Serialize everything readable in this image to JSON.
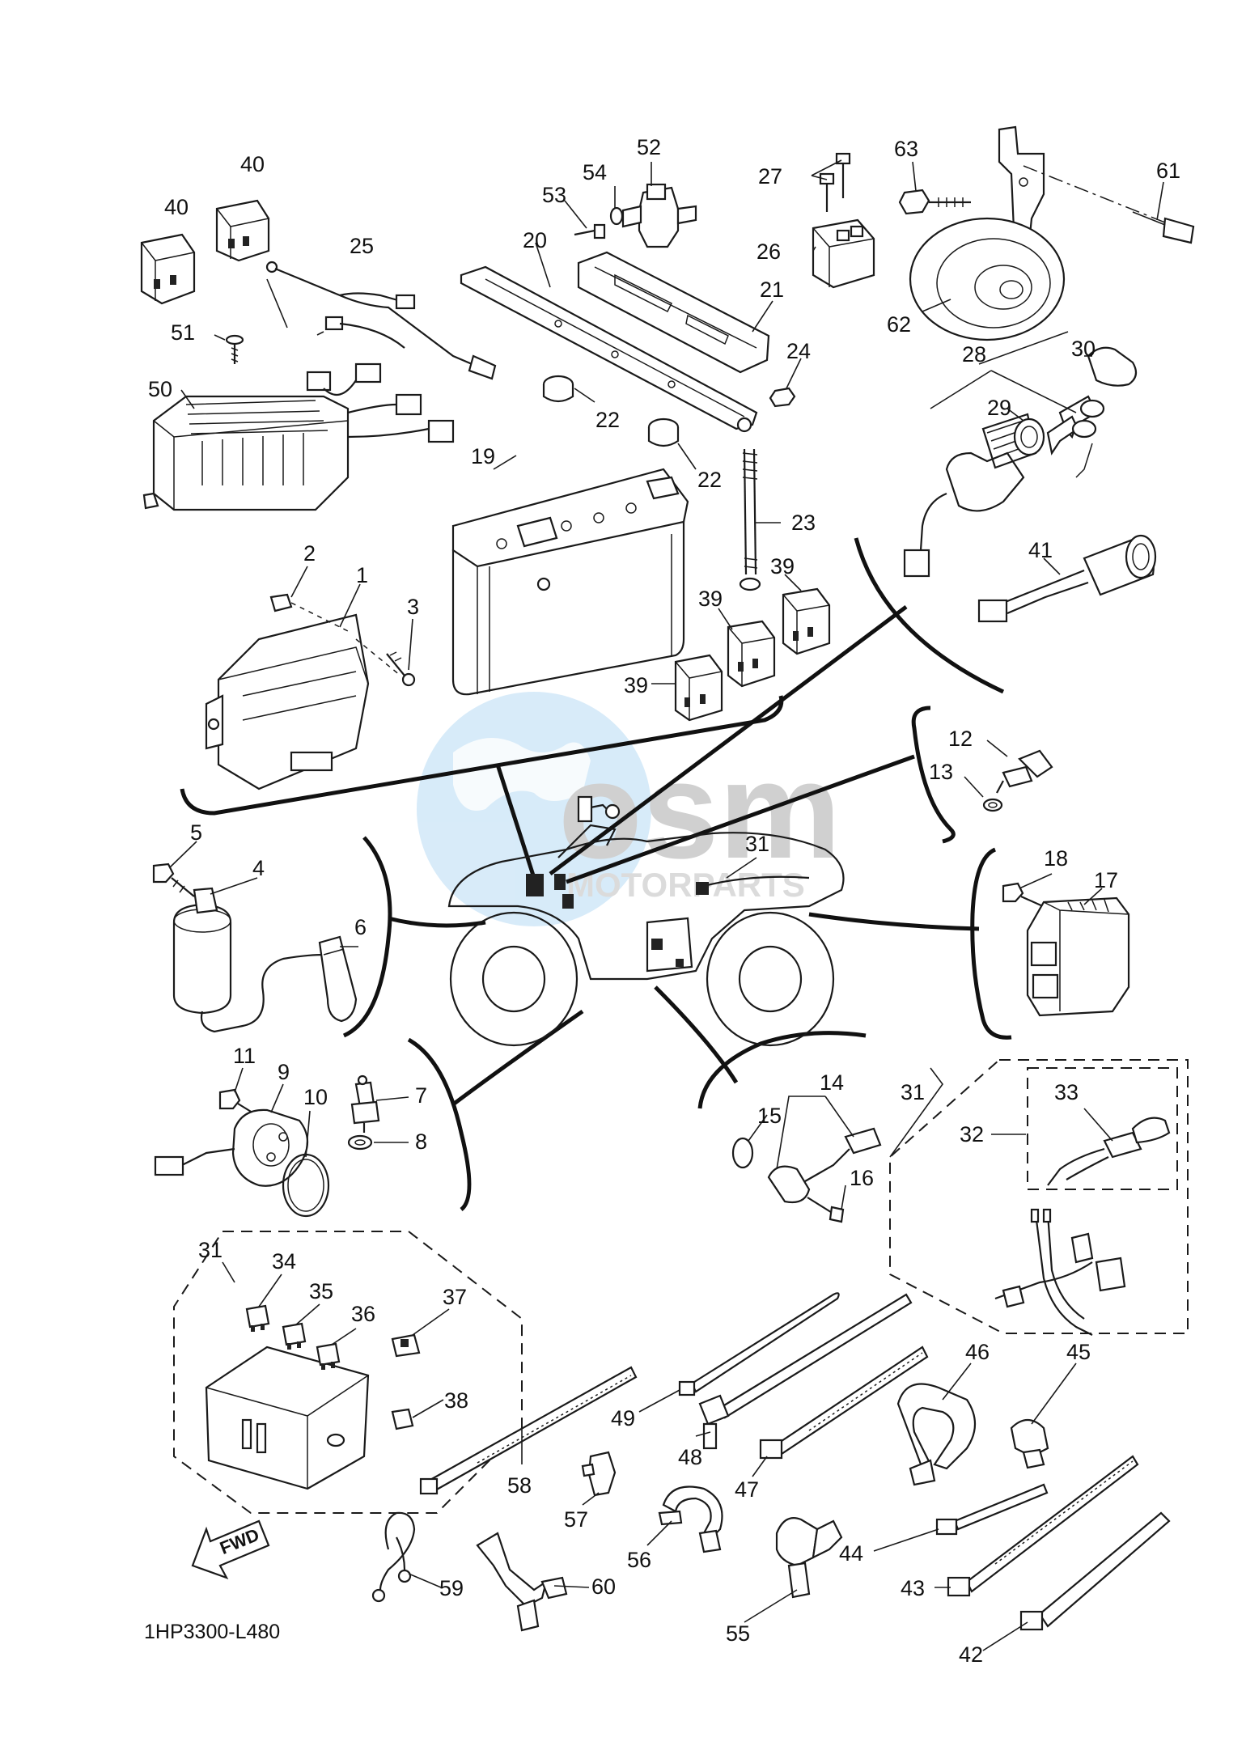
{
  "diagram_code": "1HP3300-L480",
  "fwd_label": "FWD",
  "watermark": {
    "logo_text": "osm",
    "sub_text": "MOTORPARTS"
  },
  "part_numbers": [
    "1",
    "2",
    "3",
    "4",
    "5",
    "6",
    "7",
    "8",
    "9",
    "10",
    "11",
    "12",
    "13",
    "14",
    "15",
    "16",
    "17",
    "18",
    "19",
    "20",
    "21",
    "22",
    "23",
    "24",
    "25",
    "26",
    "27",
    "28",
    "29",
    "30",
    "31",
    "32",
    "33",
    "34",
    "35",
    "36",
    "37",
    "38",
    "39",
    "40",
    "41",
    "42",
    "43",
    "44",
    "45",
    "46",
    "47",
    "48",
    "49",
    "50",
    "51",
    "52",
    "53",
    "54",
    "55",
    "56",
    "57",
    "58",
    "59",
    "60",
    "61",
    "62",
    "63"
  ],
  "callouts": [
    {
      "id": "c40a",
      "text": "40"
    },
    {
      "id": "c40b",
      "text": "40"
    },
    {
      "id": "c25",
      "text": "25"
    },
    {
      "id": "c51",
      "text": "51"
    },
    {
      "id": "c50",
      "text": "50"
    },
    {
      "id": "c52",
      "text": "52"
    },
    {
      "id": "c54",
      "text": "54"
    },
    {
      "id": "c53",
      "text": "53"
    },
    {
      "id": "c20",
      "text": "20"
    },
    {
      "id": "c21",
      "text": "21"
    },
    {
      "id": "c24",
      "text": "24"
    },
    {
      "id": "c22a",
      "text": "22"
    },
    {
      "id": "c22b",
      "text": "22"
    },
    {
      "id": "c19",
      "text": "19"
    },
    {
      "id": "c23",
      "text": "23"
    },
    {
      "id": "c27",
      "text": "27"
    },
    {
      "id": "c26",
      "text": "26"
    },
    {
      "id": "c63",
      "text": "63"
    },
    {
      "id": "c61",
      "text": "61"
    },
    {
      "id": "c62",
      "text": "62"
    },
    {
      "id": "c28",
      "text": "28"
    },
    {
      "id": "c30",
      "text": "30"
    },
    {
      "id": "c29",
      "text": "29"
    },
    {
      "id": "c41",
      "text": "41"
    },
    {
      "id": "c2",
      "text": "2"
    },
    {
      "id": "c1",
      "text": "1"
    },
    {
      "id": "c3",
      "text": "3"
    },
    {
      "id": "c39a",
      "text": "39"
    },
    {
      "id": "c39b",
      "text": "39"
    },
    {
      "id": "c39c",
      "text": "39"
    },
    {
      "id": "c12",
      "text": "12"
    },
    {
      "id": "c13",
      "text": "13"
    },
    {
      "id": "c5",
      "text": "5"
    },
    {
      "id": "c4",
      "text": "4"
    },
    {
      "id": "c6",
      "text": "6"
    },
    {
      "id": "c31a",
      "text": "31"
    },
    {
      "id": "c18",
      "text": "18"
    },
    {
      "id": "c17",
      "text": "17"
    },
    {
      "id": "c11",
      "text": "11"
    },
    {
      "id": "c9",
      "text": "9"
    },
    {
      "id": "c10",
      "text": "10"
    },
    {
      "id": "c7",
      "text": "7"
    },
    {
      "id": "c8",
      "text": "8"
    },
    {
      "id": "c14",
      "text": "14"
    },
    {
      "id": "c15",
      "text": "15"
    },
    {
      "id": "c16",
      "text": "16"
    },
    {
      "id": "c31b",
      "text": "31"
    },
    {
      "id": "c32",
      "text": "32"
    },
    {
      "id": "c33",
      "text": "33"
    },
    {
      "id": "c31c",
      "text": "31"
    },
    {
      "id": "c34",
      "text": "34"
    },
    {
      "id": "c35",
      "text": "35"
    },
    {
      "id": "c36",
      "text": "36"
    },
    {
      "id": "c37",
      "text": "37"
    },
    {
      "id": "c38",
      "text": "38"
    },
    {
      "id": "c58",
      "text": "58"
    },
    {
      "id": "c49",
      "text": "49"
    },
    {
      "id": "c48",
      "text": "48"
    },
    {
      "id": "c47",
      "text": "47"
    },
    {
      "id": "c46",
      "text": "46"
    },
    {
      "id": "c45",
      "text": "45"
    },
    {
      "id": "c57",
      "text": "57"
    },
    {
      "id": "c56",
      "text": "56"
    },
    {
      "id": "c44",
      "text": "44"
    },
    {
      "id": "c43",
      "text": "43"
    },
    {
      "id": "c42",
      "text": "42"
    },
    {
      "id": "c59",
      "text": "59"
    },
    {
      "id": "c60",
      "text": "60"
    },
    {
      "id": "c55",
      "text": "55"
    }
  ]
}
